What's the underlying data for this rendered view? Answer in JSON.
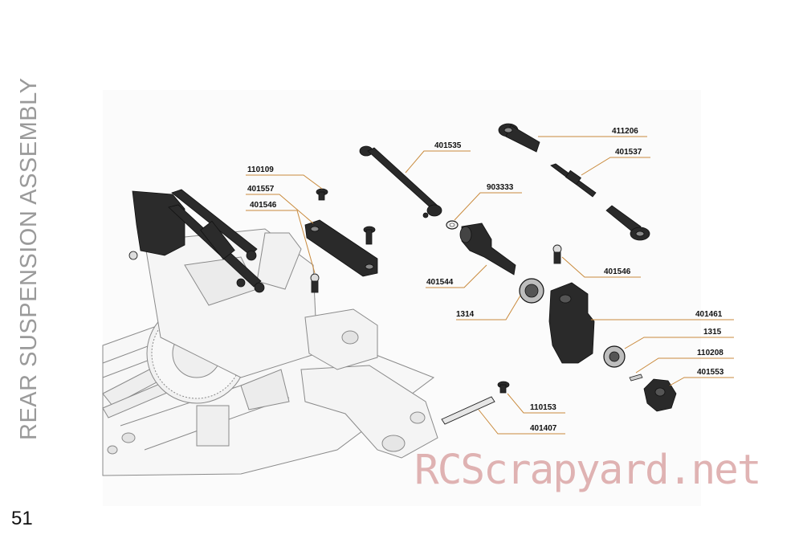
{
  "page": {
    "side_title": "REAR SUSPENSION ASSEMBLY",
    "page_number": "51",
    "watermark": "RCScrapyard.net"
  },
  "parts": [
    {
      "id": "411206"
    },
    {
      "id": "401537"
    },
    {
      "id": "401535"
    },
    {
      "id": "110109"
    },
    {
      "id": "903333"
    },
    {
      "id": "401557"
    },
    {
      "id": "401546"
    },
    {
      "id": "401546"
    },
    {
      "id": "401544"
    },
    {
      "id": "1314"
    },
    {
      "id": "401461"
    },
    {
      "id": "1315"
    },
    {
      "id": "110208"
    },
    {
      "id": "401553"
    },
    {
      "id": "110153"
    },
    {
      "id": "401407"
    }
  ],
  "colors": {
    "leader_line": "#c98a3c",
    "part_fill": "#2a2a2a",
    "chassis_stroke": "#888888"
  }
}
